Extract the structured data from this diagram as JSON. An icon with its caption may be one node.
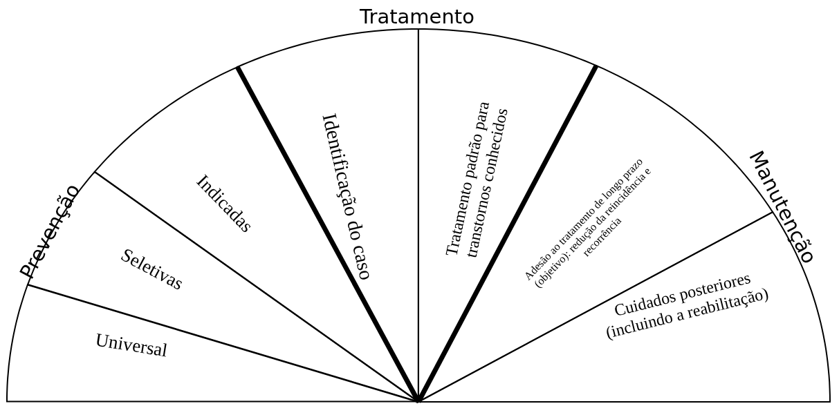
{
  "diagram": {
    "nodes": [
      {
        "text": [
          "Universal"
        ]
      },
      {
        "text": [
          "Seletivas"
        ]
      },
      {
        "text": [
          "Indicadas"
        ]
      },
      {
        "text": [
          "Identificação do caso"
        ]
      },
      {
        "text": [
          "Tratamento padrão para transtornos conhecidos"
        ]
      },
      {
        "text": [
          "Adesão ao tratamento de longo prazo (objetivo): redução da reincidência e recorrência"
        ]
      },
      {
        "text": [
          "Cuidados posteriores (incluindo a reabilitação)"
        ]
      }
    ],
    "labels": [
      "Tratamento",
      "Prevenção",
      "Manutenção"
    ]
  }
}
